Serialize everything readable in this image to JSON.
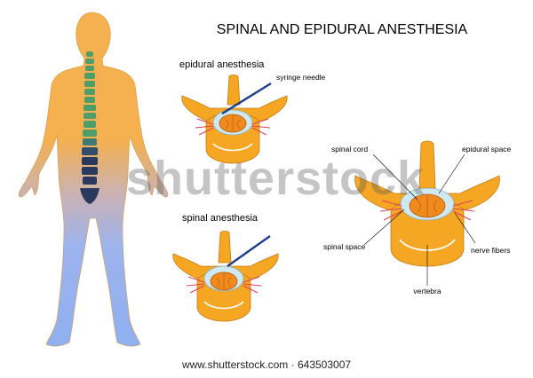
{
  "title": "SPINAL AND EPIDURAL ANESTHESIA",
  "sections": {
    "epidural": {
      "heading": "epidural anesthesia",
      "needle_label": "syringe needle"
    },
    "spinal": {
      "heading": "spinal anesthesia"
    },
    "anatomy": {
      "labels": {
        "spinal_cord": "spinal cord",
        "epidural_space": "epidural space",
        "spinal_space": "spinal space",
        "nerve_fibers": "nerve fibers",
        "vertebra": "vertebra"
      }
    }
  },
  "watermark": "shutterstock",
  "footer": {
    "url": "www.shutterstock.com",
    "separator": " · ",
    "image_id": "643503007"
  },
  "colors": {
    "body_orange": "#F5B04F",
    "body_blue": "#8FB0F0",
    "bone": "#F5A623",
    "bone_stroke": "#C97A12",
    "cord": "#F08A1C",
    "space": "#CFE8F2",
    "nerve": "#E0405A",
    "spine_green": "#4E9E6A",
    "spine_dark": "#2A3A5E",
    "needle": "#1E3F8C"
  }
}
